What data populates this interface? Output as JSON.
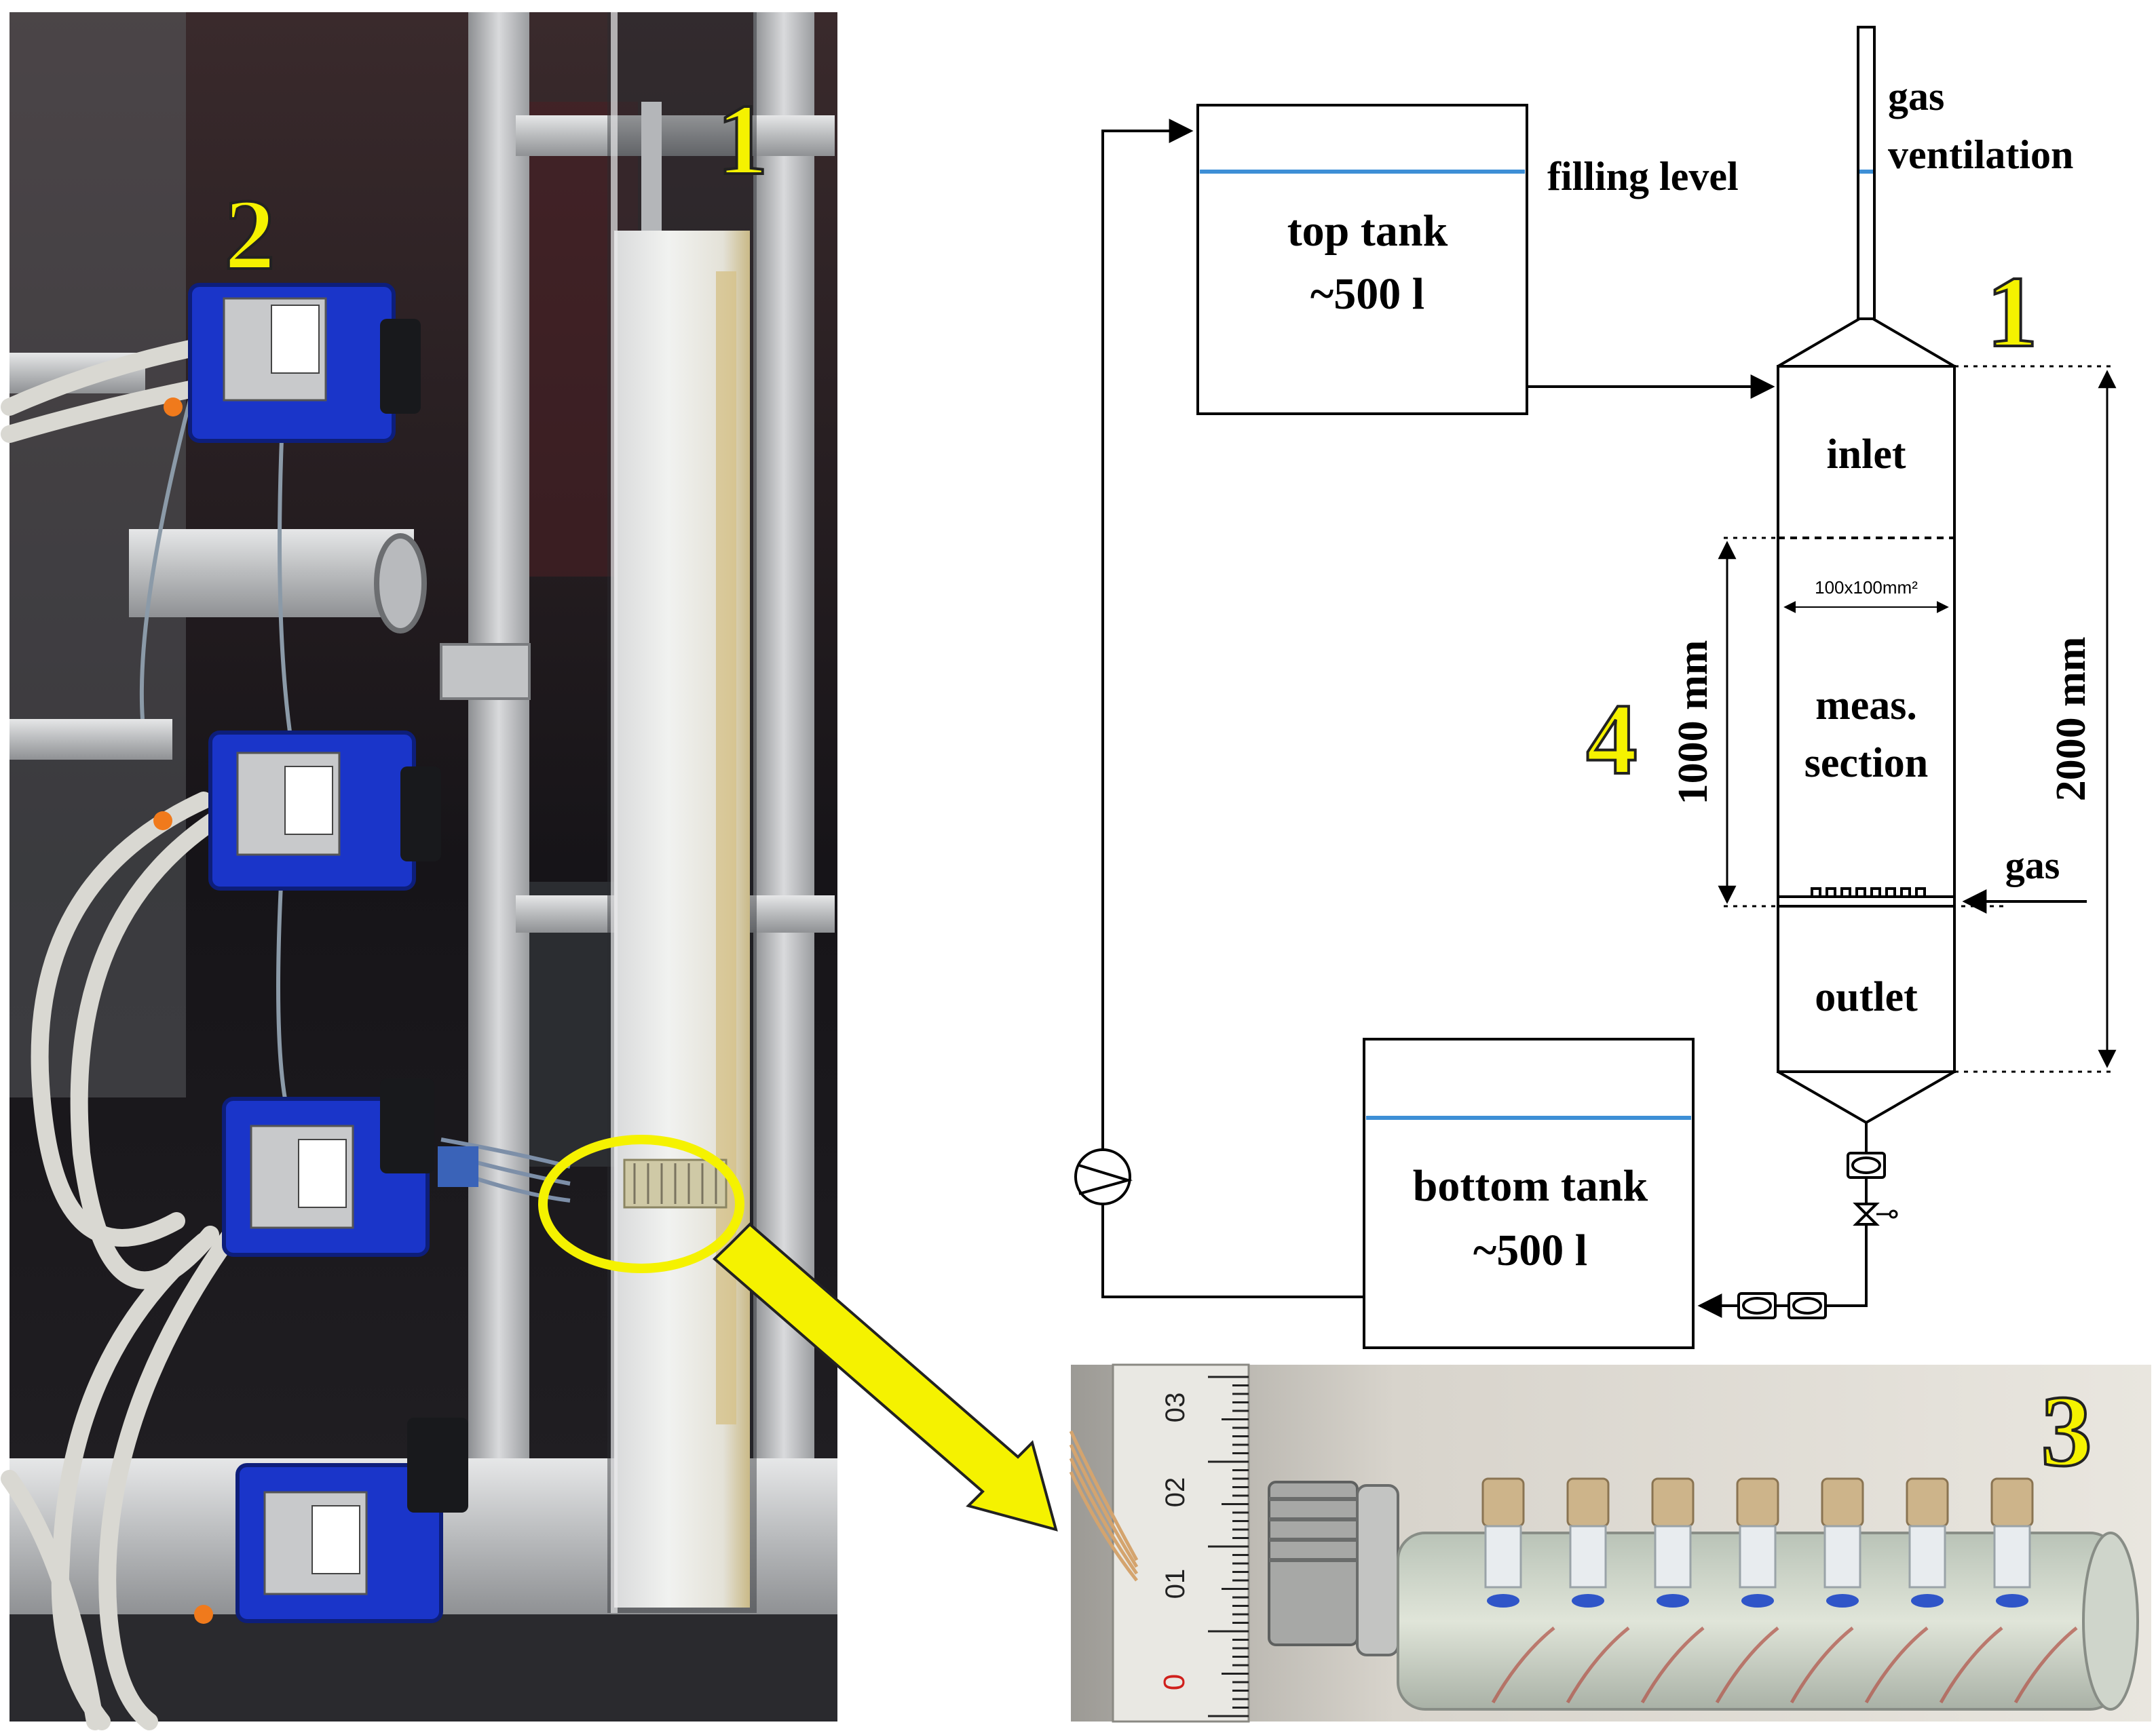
{
  "photo_left": {
    "labels": {
      "camera_array": "2",
      "column": "1"
    }
  },
  "schematic": {
    "top_tank": {
      "name": "top tank",
      "volume": "~500 l",
      "level_label": "filling level"
    },
    "bottom_tank": {
      "name": "bottom tank",
      "volume": "~500 l"
    },
    "gas_vent": {
      "line1": "gas",
      "line2": "ventilation"
    },
    "column_label": "1",
    "section_labels": {
      "inlet": "inlet",
      "meas1": "meas.",
      "meas2": "section",
      "outlet": "outlet"
    },
    "cross_section": "100x100mm²",
    "dim_total": "2000 mm",
    "dim_meas": "1000 mm",
    "meas_label": "4",
    "gas_inlet": "gas"
  },
  "photo_detail": {
    "label": "3",
    "ruler_marks": [
      "03",
      "02",
      "01",
      "0"
    ]
  },
  "colors": {
    "highlight_yellow": "#f5f200",
    "label_outline": "#222222",
    "camera_blue": "#1a35c9",
    "water_level": "#3d8fd6"
  }
}
